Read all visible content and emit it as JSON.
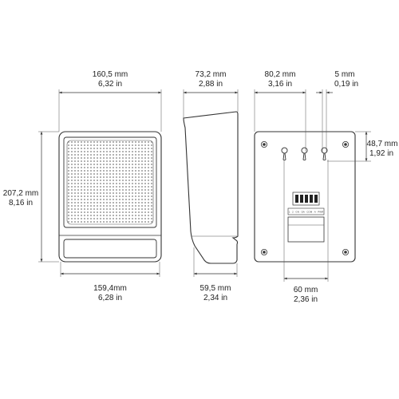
{
  "front": {
    "top_mm": "160,5 mm",
    "top_in": "6,32 in",
    "left_mm": "207,2 mm",
    "left_in": "8,16 in",
    "bottom_mm": "159,4mm",
    "bottom_in": "6,28 in"
  },
  "side": {
    "top_mm": "73,2 mm",
    "top_in": "2,88 in",
    "bottom_mm": "59,5 mm",
    "bottom_in": "2,34 in"
  },
  "back": {
    "top_mm": "80,2 mm",
    "top_in": "3,16 in",
    "slot_mm": "5 mm",
    "slot_in": "0,19 in",
    "right_mm": "48,7 mm",
    "right_in": "1,92 in",
    "bottom_mm": "60 mm",
    "bottom_in": "2,36 in",
    "terminal_label": "1 · 2 · GN · DA · COM · A · PWR"
  }
}
